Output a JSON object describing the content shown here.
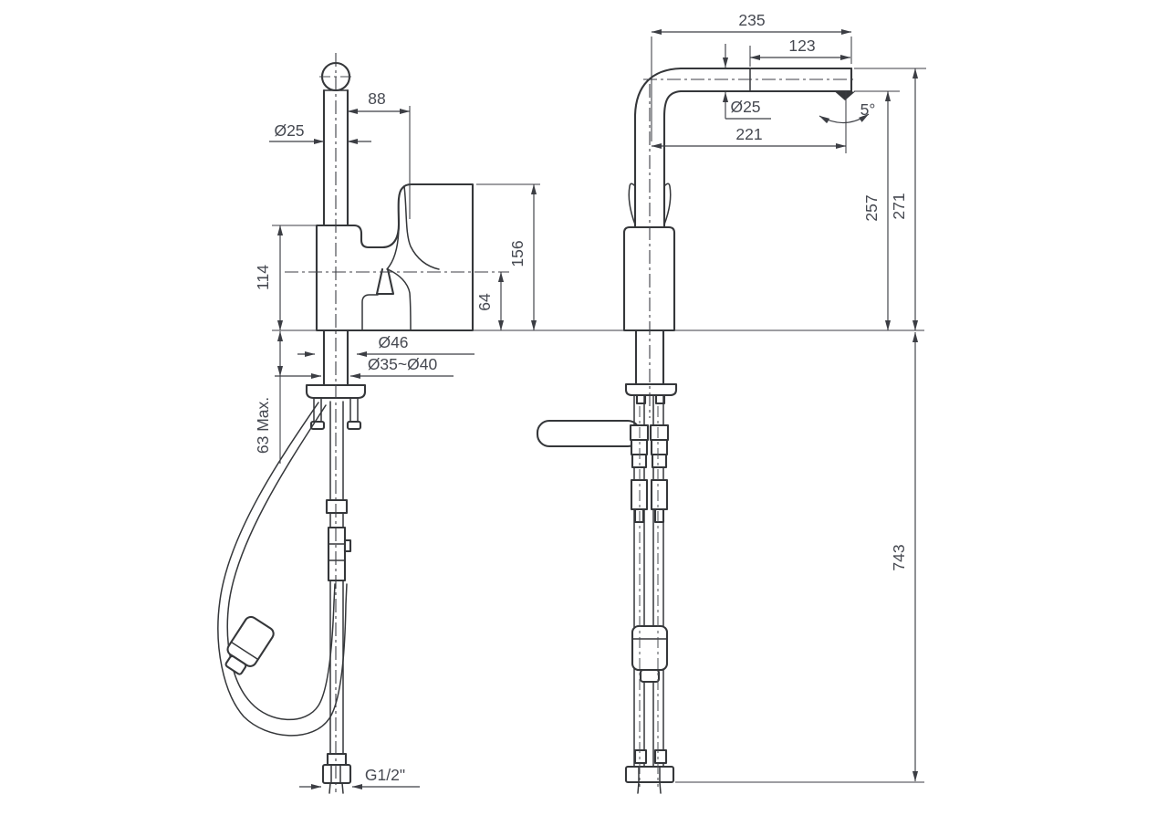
{
  "drawing": {
    "type": "faucet-installation-dimension-drawing",
    "front_view": {
      "spout_pipe_diameter": "Ø25",
      "spout_offset": "88",
      "body_height": "114",
      "spout_body_height": "156",
      "outlet_height": "64",
      "base_diameter": "Ø46",
      "mounting_hole_diameter": "Ø35~Ø40",
      "max_deck_thickness": "63 Max.",
      "supply_thread": "G1/2\""
    },
    "side_view": {
      "spout_reach_total": "235",
      "wand_length": "123",
      "tube_diameter": "Ø25",
      "outlet_reach": "221",
      "swivel_angle": "5°",
      "height_to_spout_underside": "257",
      "height_to_spout_top": "271",
      "hose_drop_below_deck": "743"
    },
    "line_color": "#35373a",
    "text_color": "#464951"
  }
}
